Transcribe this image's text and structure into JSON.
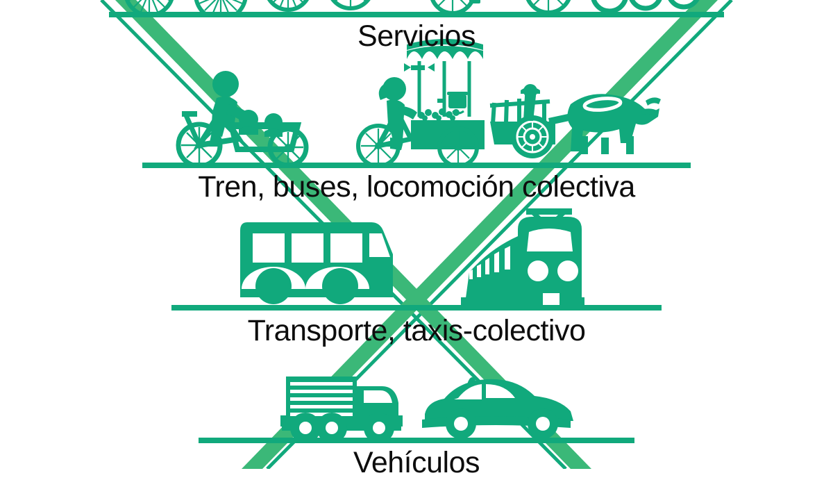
{
  "figure": {
    "type": "inverted-pyramid-infographic",
    "theme": "sustainable-mobility-hierarchy",
    "language": "es",
    "accent_color": "#11A97C",
    "background_color": "#FFFFFF",
    "text_color": "#0D0D0D"
  },
  "tiers": [
    {
      "id": "bicicletas",
      "label": "",
      "rank": 1,
      "icons": [
        "bicycle-wheel-icon",
        "bicycle-wheel-icon",
        "bicycle-wheel-icon",
        "bicycle-wheel-icon",
        "motorcycle-icon",
        "bicycle-wheel-icon",
        "scooter-icon",
        "bicycle-icon"
      ],
      "note_visible": false
    },
    {
      "id": "servicios",
      "label": "Servicios",
      "rank": 2,
      "icons": [
        "cargo-bike-with-children-icon",
        "vendor-tricycle-icon",
        "ox-cart-icon"
      ]
    },
    {
      "id": "locomocion-colectiva",
      "label": "Tren, buses, locomoción colectiva",
      "rank": 3,
      "icons": [
        "bus-icon",
        "train-icon"
      ]
    },
    {
      "id": "transporte-taxis",
      "label": "Transporte, taxis-colectivo",
      "rank": 4,
      "icons": [
        "truck-icon",
        "taxi-icon"
      ]
    },
    {
      "id": "vehiculos",
      "label": "Vehículos",
      "rank": 5,
      "icons": []
    }
  ]
}
